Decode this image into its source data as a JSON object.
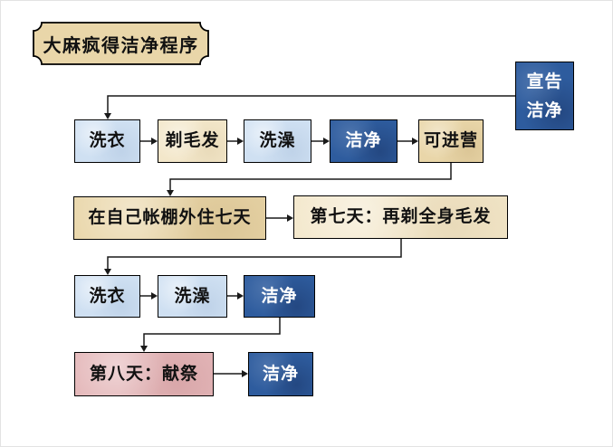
{
  "title": "大麻疯得洁净程序",
  "colors": {
    "light_blue": "#cfe0f2",
    "cream": "#f3e7ca",
    "tan": "#e9d6a9",
    "dark_blue": "#2e5c9e",
    "pink": "#e4b7b9",
    "outline": "#000000",
    "text_on_dark": "#ffffff"
  },
  "flow": {
    "start": "宣告\n洁净",
    "row1": [
      "洗衣",
      "剃毛发",
      "洗澡",
      "洁净",
      "可进营"
    ],
    "row2": [
      "在自己帐棚外住七天",
      "第七天：再剃全身毛发"
    ],
    "row3": [
      "洗衣",
      "洗澡",
      "洁净"
    ],
    "row4": [
      "第八天：献祭",
      "洁净"
    ]
  }
}
